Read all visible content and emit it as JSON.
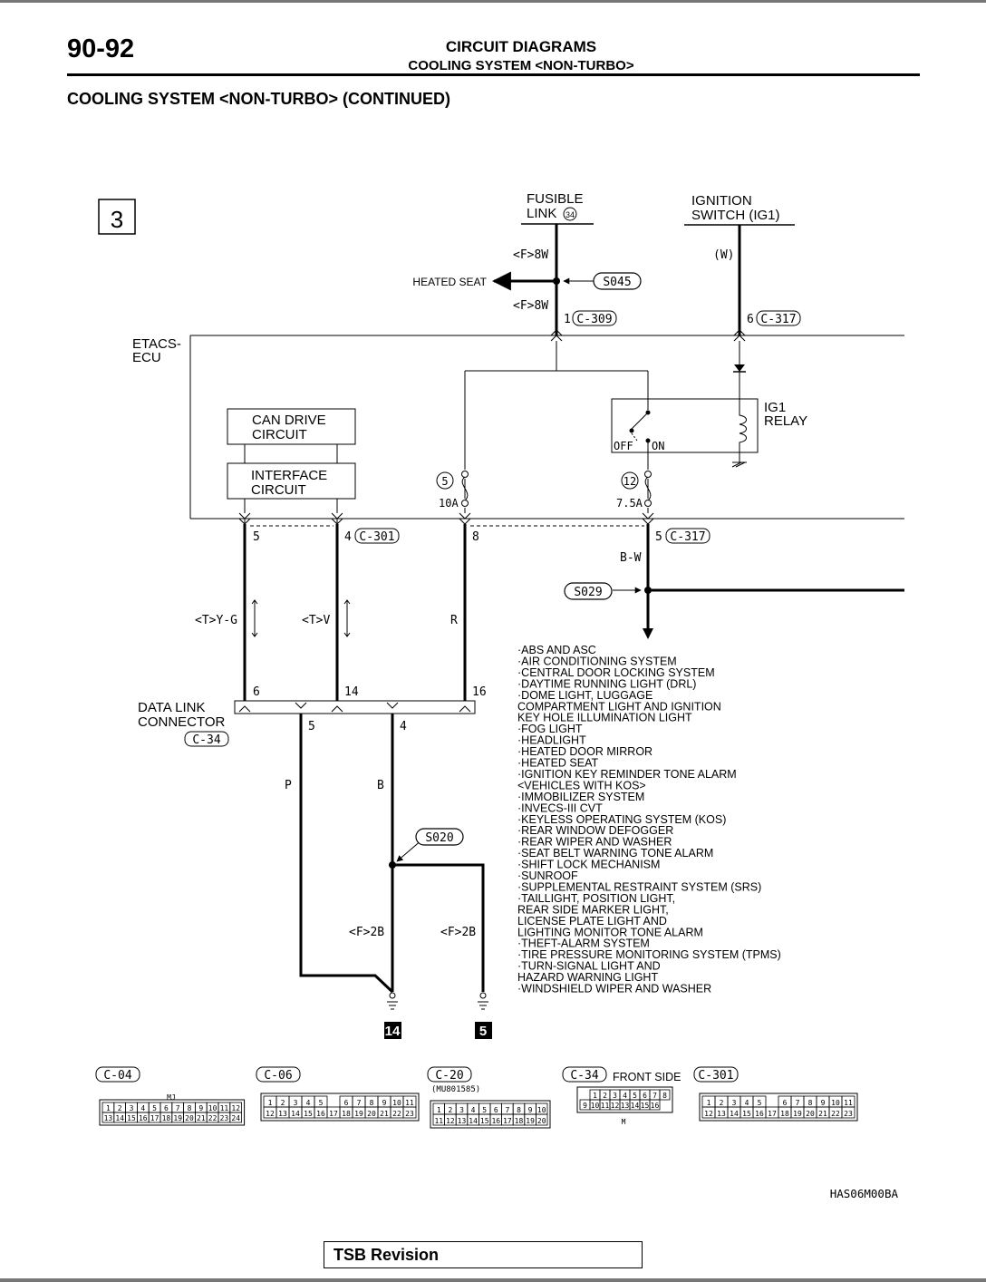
{
  "header": {
    "page_number": "90-92",
    "title": "CIRCUIT DIAGRAMS",
    "subtitle": "COOLING SYSTEM <NON-TURBO>"
  },
  "section_title": "COOLING SYSTEM <NON-TURBO> (CONTINUED)",
  "diagram": {
    "page_ref": "3",
    "fusible_link": {
      "line1": "FUSIBLE",
      "line2": "LINK",
      "number": "34"
    },
    "ignition_switch": {
      "line1": "IGNITION",
      "line2": "SWITCH (IG1)"
    },
    "wire_fusible_upper": "<F>8W",
    "wire_fusible_lower": "<F>8W",
    "wire_ignition": "(W)",
    "heated_seat": "HEATED SEAT",
    "splices": {
      "s045": "S045",
      "s029": "S029",
      "s020": "S020"
    },
    "etacs": {
      "line1": "ETACS-",
      "line2": "ECU"
    },
    "relay": {
      "line1": "IG1",
      "line2": "RELAY",
      "off": "OFF",
      "on": "ON"
    },
    "blocks": {
      "can_line1": "CAN DRIVE",
      "can_line2": "CIRCUIT",
      "iface_line1": "INTERFACE",
      "iface_line2": "CIRCUIT"
    },
    "fuses": {
      "f5": {
        "number": "5",
        "rating": "10A"
      },
      "f12": {
        "number": "12",
        "rating": "7.5A"
      }
    },
    "pins": {
      "c309_pin": "1",
      "c317_top_pin": "6",
      "c301_p5": "5",
      "c301_p4": "4",
      "c301_p8": "8",
      "c317_p5": "5",
      "dlc_6": "6",
      "dlc_14": "14",
      "dlc_16": "16",
      "dlc_5": "5",
      "dlc_4": "4"
    },
    "connectors": {
      "c309": "C-309",
      "c317": "C-317",
      "c301": "C-301",
      "c34": "C-34"
    },
    "wires": {
      "yg": "<T>Y-G",
      "v": "<T>V",
      "r": "R",
      "bw": "B-W",
      "p": "P",
      "b": "B",
      "f2b_left": "<F>2B",
      "f2b_right": "<F>2B"
    },
    "dlc": {
      "line1": "DATA LINK",
      "line2": "CONNECTOR"
    },
    "grounds": {
      "g14": "14",
      "g5": "5"
    },
    "systems": [
      "·ABS AND ASC",
      "·AIR CONDITIONING SYSTEM",
      "·CENTRAL DOOR LOCKING SYSTEM",
      "·DAYTIME RUNNING LIGHT (DRL)",
      "·DOME LIGHT, LUGGAGE",
      " COMPARTMENT LIGHT AND IGNITION",
      " KEY HOLE ILLUMINATION LIGHT",
      "·FOG LIGHT",
      "·HEADLIGHT",
      "·HEATED DOOR MIRROR",
      "·HEATED SEAT",
      "·IGNITION KEY REMINDER TONE ALARM",
      " <VEHICLES WITH KOS>",
      "·IMMOBILIZER SYSTEM",
      "·INVECS-III CVT",
      "·KEYLESS OPERATING SYSTEM (KOS)",
      "·REAR WINDOW DEFOGGER",
      "·REAR WIPER AND WASHER",
      "·SEAT BELT WARNING TONE ALARM",
      "·SHIFT LOCK MECHANISM",
      "·SUNROOF",
      "·SUPPLEMENTAL RESTRAINT SYSTEM (SRS)",
      "·TAILLIGHT, POSITION LIGHT,",
      " REAR SIDE MARKER LIGHT,",
      " LICENSE PLATE LIGHT AND",
      " LIGHTING MONITOR TONE ALARM",
      "·THEFT-ALARM SYSTEM",
      "·TIRE PRESSURE MONITORING SYSTEM (TPMS)",
      "·TURN-SIGNAL LIGHT AND",
      " HAZARD WARNING LIGHT",
      "·WINDSHIELD WIPER AND WASHER"
    ],
    "connector_views": {
      "c04": "C-04",
      "c06": "C-06",
      "c20": "C-20",
      "c20_part": "(MU801585)",
      "c34": "C-34",
      "c34_side": "FRONT SIDE",
      "c301": "C-301",
      "mj": "MJ",
      "m": "M"
    },
    "drawing_code": "HAS06M00BA"
  },
  "revision_label": "TSB Revision"
}
